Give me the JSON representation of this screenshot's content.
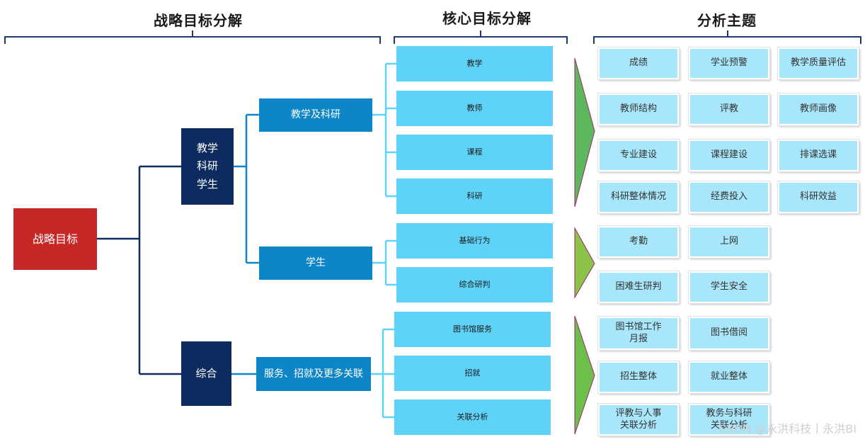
{
  "headers": {
    "strategic": "战略目标分解",
    "core": "核心目标分解",
    "topics": "分析主题"
  },
  "root": "战略目标",
  "level1": {
    "teaching": "教学\n科研\n学生",
    "general": "综合"
  },
  "level2": {
    "teach_research": "教学及科研",
    "student": "学生",
    "services": "服务、招就及更多关联"
  },
  "core_goals": [
    "教学",
    "教师",
    "课程",
    "科研",
    "基础行为",
    "综合研判",
    "图书馆服务",
    "招就",
    "关联分析"
  ],
  "topics": {
    "group1": [
      "成绩",
      "学业预警",
      "教学质量评估",
      "教师结构",
      "评教",
      "教师画像",
      "专业建设",
      "课程建设",
      "排课选课",
      "科研整体情况",
      "经费投入",
      "科研效益"
    ],
    "group2": [
      "考勤",
      "上网",
      "困难生研判",
      "学生安全"
    ],
    "group3": [
      "图书馆工作\n月报",
      "图书借阅",
      "招生整体",
      "就业整体",
      "评教与人事\n关联分析",
      "教务与科研\n关联分析"
    ]
  },
  "watermark": "CSDN @永洪科技丨永洪BI",
  "colors": {
    "root": "#c62828",
    "level1": "#0d2b5e",
    "level2": "#0d85c6",
    "core": "#5fd2f8",
    "topic": "#a8e7fb",
    "arrow1": "#5cb85c",
    "arrow2": "#8bc34a",
    "arrow3": "#6cc04a"
  }
}
